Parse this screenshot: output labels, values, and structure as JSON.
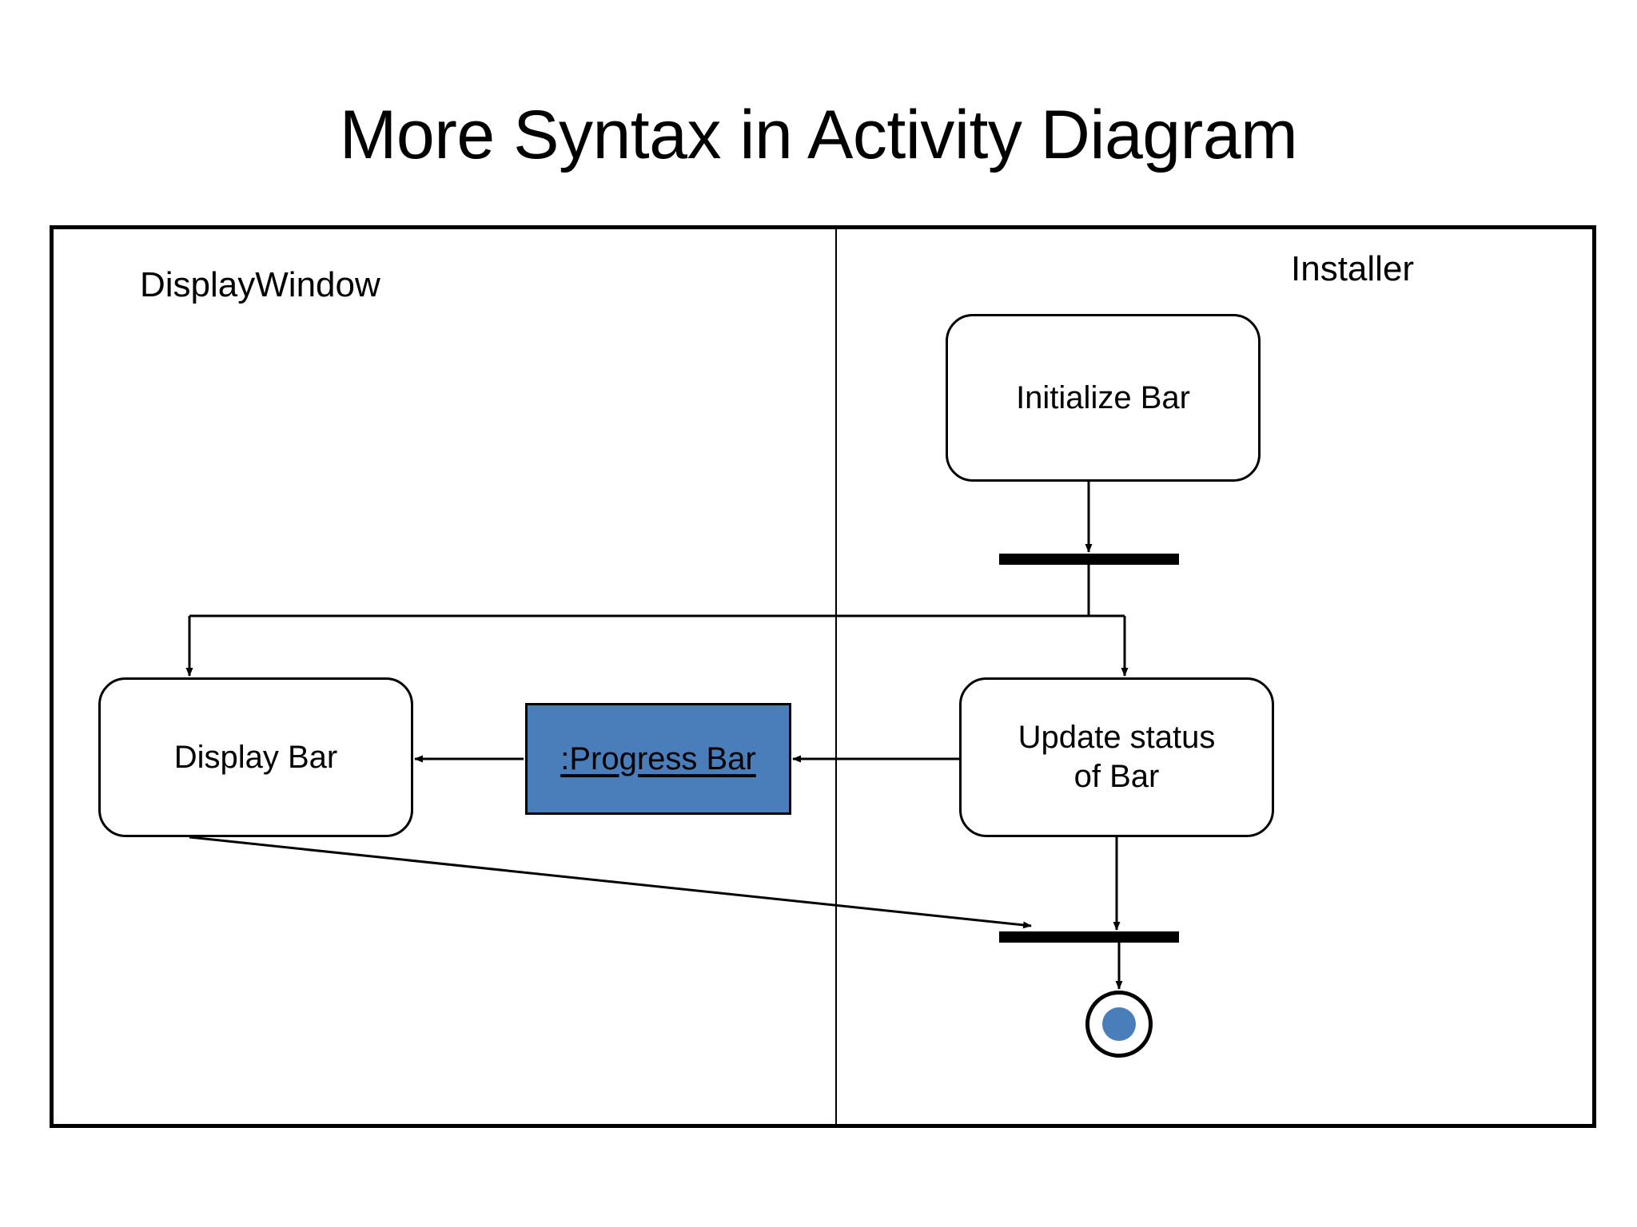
{
  "slide": {
    "title": "More Syntax in Activity Diagram"
  },
  "diagram": {
    "type": "uml-activity-diagram",
    "lanes": [
      {
        "id": "display-window",
        "label": "DisplayWindow",
        "side": "left"
      },
      {
        "id": "installer",
        "label": "Installer",
        "side": "right"
      }
    ],
    "nodes": [
      {
        "id": "initialize-bar",
        "kind": "action",
        "label": "Initialize Bar",
        "lane": "installer"
      },
      {
        "id": "fork",
        "kind": "fork-bar",
        "label": "",
        "lane": "installer"
      },
      {
        "id": "display-bar",
        "kind": "action",
        "label": "Display Bar",
        "lane": "display-window"
      },
      {
        "id": "progress-bar-object",
        "kind": "object-node",
        "label": ":Progress Bar",
        "lane": "display-window"
      },
      {
        "id": "update-status-of-bar",
        "kind": "action",
        "label": "Update status\nof Bar",
        "lane": "installer"
      },
      {
        "id": "join",
        "kind": "join-bar",
        "label": "",
        "lane": "installer"
      },
      {
        "id": "final-node",
        "kind": "activity-final",
        "label": "",
        "lane": "installer"
      }
    ],
    "edges": [
      {
        "from": "initialize-bar",
        "to": "fork",
        "style": "solid-arrow"
      },
      {
        "from": "fork",
        "to": "display-bar",
        "style": "solid-arrow"
      },
      {
        "from": "fork",
        "to": "update-status-of-bar",
        "style": "solid-arrow"
      },
      {
        "from": "update-status-of-bar",
        "to": "progress-bar-object",
        "style": "solid-arrow"
      },
      {
        "from": "progress-bar-object",
        "to": "display-bar",
        "style": "solid-arrow"
      },
      {
        "from": "display-bar",
        "to": "join",
        "style": "solid-arrow"
      },
      {
        "from": "update-status-of-bar",
        "to": "join",
        "style": "solid-arrow"
      },
      {
        "from": "join",
        "to": "final-node",
        "style": "solid-arrow"
      }
    ]
  },
  "colors": {
    "object_node_fill": "#4A7EBB",
    "final_node_fill": "#4A7EBB",
    "stroke": "#000000",
    "background": "#ffffff"
  }
}
